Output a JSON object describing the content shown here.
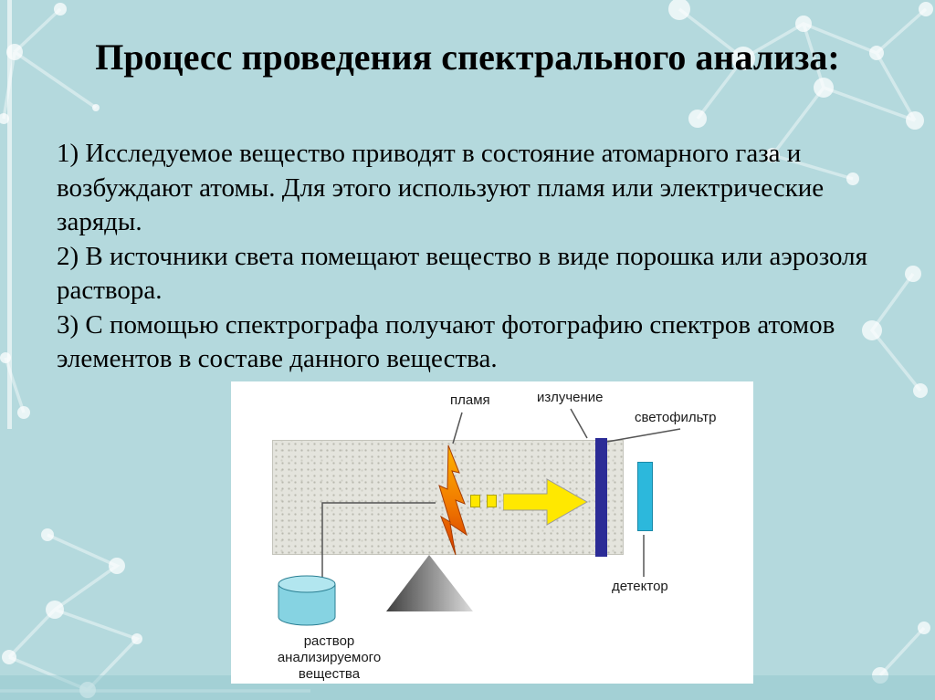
{
  "slide": {
    "title": "Процесс проведения спектрального анализа:",
    "paragraphs": [
      "1) Исследуемое вещество приводят в состояние атомарного газа и возбуждают атомы. Для этого используют пламя или электрические заряды.",
      "2) В источники света помещают вещество в виде порошка или аэрозоля раствора.",
      "3) С помощью спектрографа получают фотографию спектров атомов элементов в составе данного вещества."
    ]
  },
  "diagram": {
    "labels": {
      "flame": "пламя",
      "radiation": "излучение",
      "light_filter": "светофильтр",
      "detector": "детектор",
      "solution": "раствор анализируемого вещества"
    },
    "colors": {
      "flame_orange": "#f07800",
      "arrow_yellow": "#ffe800",
      "filter_navy": "#2b2b96",
      "detector_cyan": "#2cb8dc",
      "solution_cyan": "#8fd8e4",
      "panel_white": "#ffffff"
    }
  },
  "theme": {
    "background_teal": "#b4d9dd",
    "text_color": "#000000"
  }
}
